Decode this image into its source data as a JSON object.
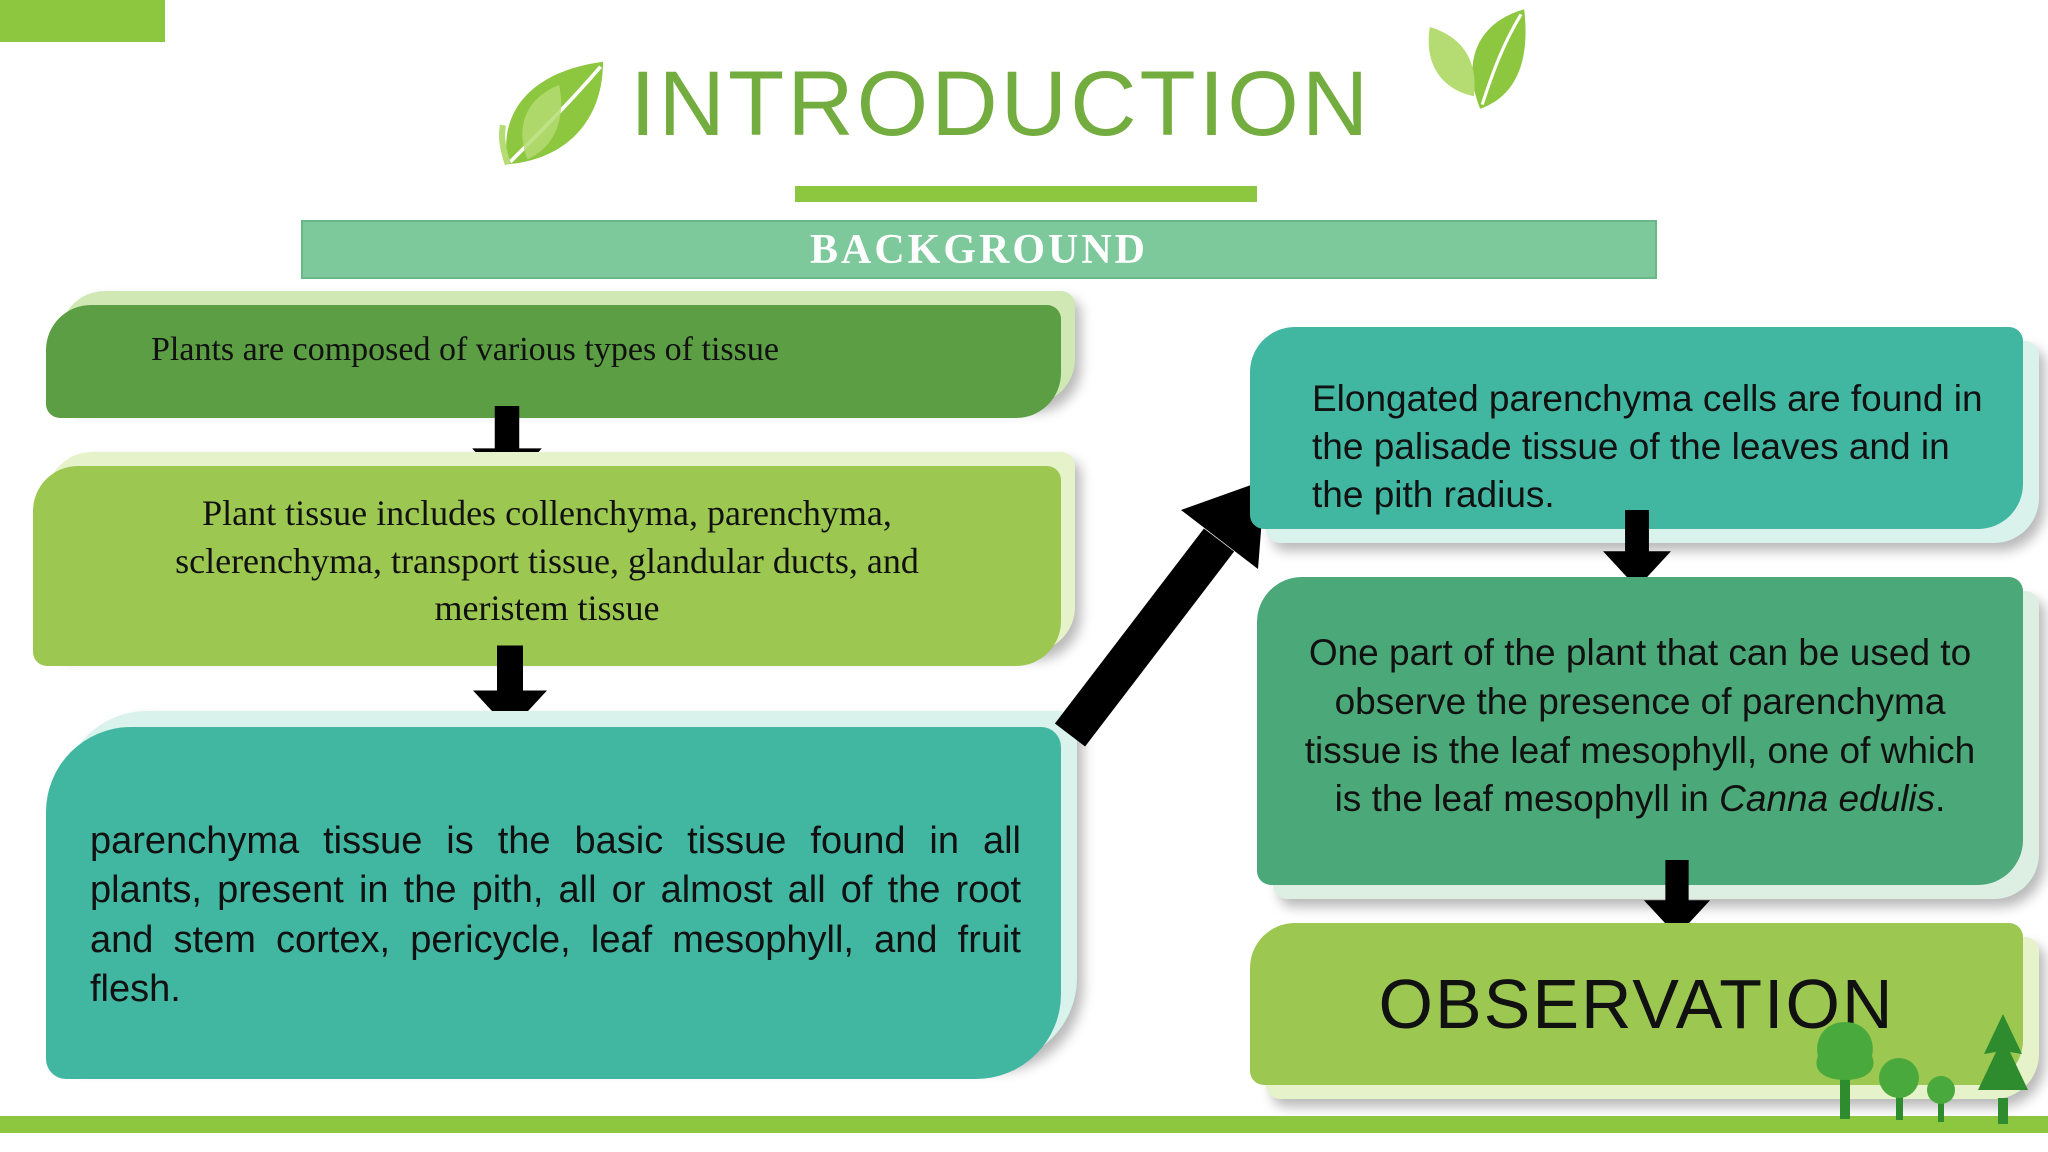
{
  "colors": {
    "accent": "#8dc63f",
    "leaf_light": "#b4dc72",
    "title": "#74ad3f",
    "banner_bg": "#7dc99b",
    "banner_border": "#69b988",
    "banner_text": "#ffffff",
    "box1": "#5b9e44",
    "box1_pale": "#cfe8b4",
    "box2": "#9cc851",
    "box2_pale": "#e6f2c9",
    "teal": "#41b7a1",
    "teal_pale": "#d9f2ec",
    "seagreen": "#4ba878",
    "seagreen_pale": "#dcefe2",
    "observation": "#9cc851",
    "observation_pale": "#e6f2c9",
    "arrow": "#000000",
    "text": "#111111",
    "tree_dark": "#2e8b2e",
    "tree_mid": "#49a93c"
  },
  "header": {
    "title": "INTRODUCTION",
    "left_icon": "leaf-icon",
    "right_icon": "double-leaf-icon"
  },
  "banner": {
    "label": "BACKGROUND"
  },
  "left_flow": {
    "box1": {
      "text": "Plants are composed of various types of tissue"
    },
    "box2": {
      "text": "Plant tissue includes collenchyma, parenchyma, sclerenchyma, transport tissue, glandular ducts, and meristem tissue"
    },
    "box3": {
      "text": "parenchyma tissue is the basic tissue found in all plants, present in the pith, all or almost all of the root and stem cortex, pericycle, leaf mesophyll, and fruit flesh."
    }
  },
  "right_flow": {
    "box1": {
      "text": "Elongated parenchyma cells are found in the palisade tissue of the leaves and in the pith radius."
    },
    "box2": {
      "text_before": "One part of the plant that can be used to observe the presence of parenchyma tissue is the leaf mesophyll, one of which is the leaf mesophyll in ",
      "italic_text": "Canna edulis",
      "text_after": "."
    },
    "box3": {
      "text": "OBSERVATION"
    }
  }
}
